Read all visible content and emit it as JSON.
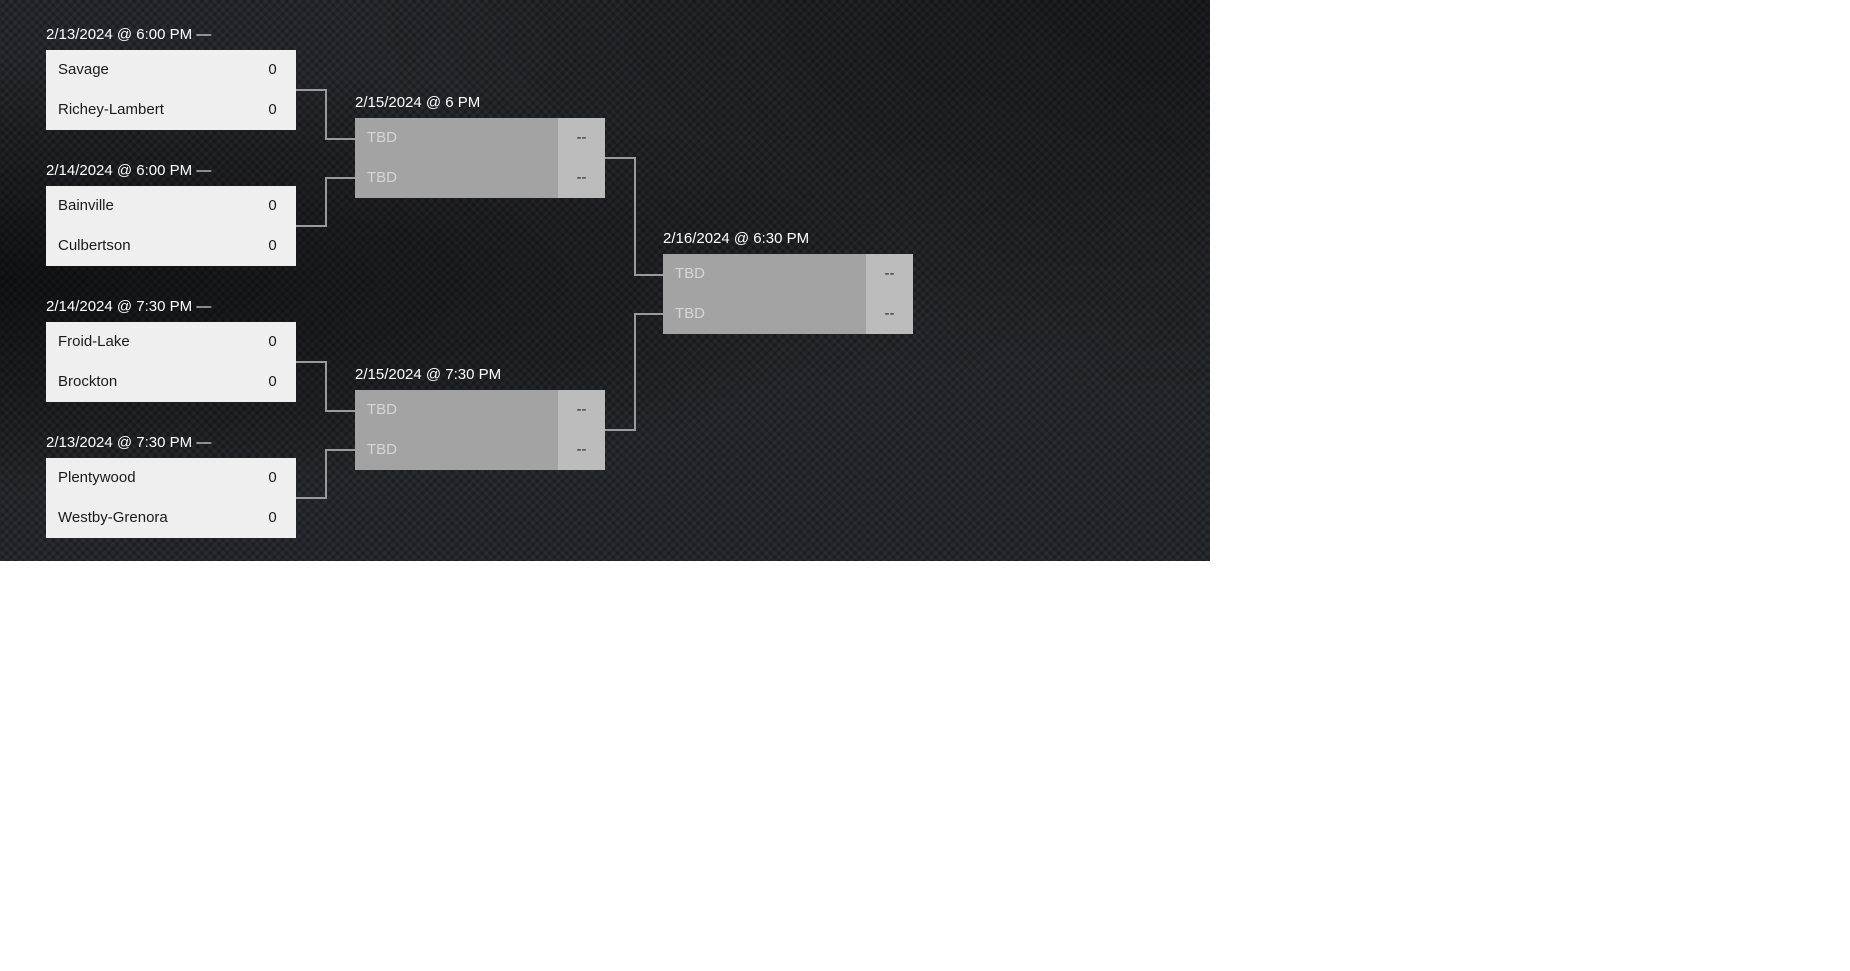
{
  "rounds": [
    {
      "games": [
        {
          "label": "2/13/2024 @ 6:00 PM —",
          "status": "played",
          "teams": [
            {
              "name": "Savage",
              "score": "0"
            },
            {
              "name": "Richey-Lambert",
              "score": "0"
            }
          ]
        },
        {
          "label": "2/14/2024 @ 6:00 PM —",
          "status": "played",
          "teams": [
            {
              "name": "Bainville",
              "score": "0"
            },
            {
              "name": "Culbertson",
              "score": "0"
            }
          ]
        },
        {
          "label": "2/14/2024 @ 7:30 PM —",
          "status": "played",
          "teams": [
            {
              "name": "Froid-Lake",
              "score": "0"
            },
            {
              "name": "Brockton",
              "score": "0"
            }
          ]
        },
        {
          "label": "2/13/2024 @ 7:30 PM —",
          "status": "played",
          "teams": [
            {
              "name": "Plentywood",
              "score": "0"
            },
            {
              "name": "Westby-Grenora",
              "score": "0"
            }
          ]
        }
      ]
    },
    {
      "games": [
        {
          "label": "2/15/2024 @ 6 PM",
          "status": "pending",
          "teams": [
            {
              "name": "TBD",
              "score": "--"
            },
            {
              "name": "TBD",
              "score": "--"
            }
          ]
        },
        {
          "label": "2/15/2024 @ 7:30 PM",
          "status": "pending",
          "teams": [
            {
              "name": "TBD",
              "score": "--"
            },
            {
              "name": "TBD",
              "score": "--"
            }
          ]
        }
      ]
    },
    {
      "games": [
        {
          "label": "2/16/2024 @ 6:30 PM",
          "status": "pending",
          "teams": [
            {
              "name": "TBD",
              "score": "--"
            },
            {
              "name": "TBD",
              "score": "--"
            }
          ]
        }
      ]
    }
  ],
  "colors": {
    "background": "#1a1d21",
    "played_cell": "#efefef",
    "pending_name_cell": "#a3a3a3",
    "pending_score_cell": "#bcbcbc",
    "connector": "#9a9a9a"
  }
}
